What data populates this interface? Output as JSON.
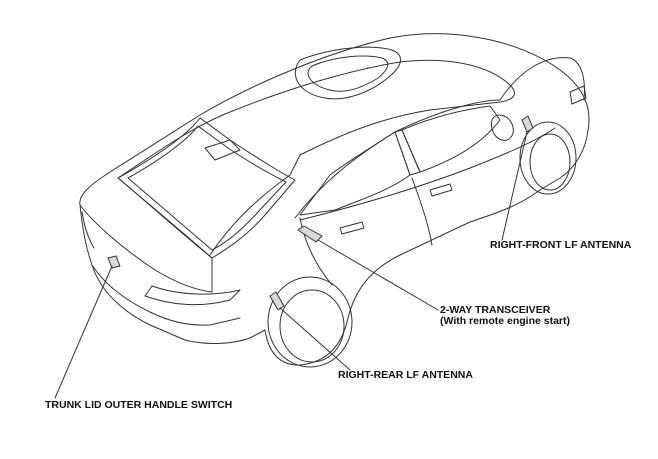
{
  "labels": {
    "right_front_lf_antenna": "RIGHT-FRONT LF ANTENNA",
    "two_way_transceiver": "2-WAY TRANSCEIVER",
    "two_way_transceiver_note": "(With remote engine start)",
    "right_rear_lf_antenna": "RIGHT-REAR LF ANTENNA",
    "trunk_lid_outer_handle_switch": "TRUNK LID OUTER HANDLE SWITCH"
  },
  "colors": {
    "line": "#333333",
    "component_fill": "#d9d9d9",
    "background": "#ffffff"
  }
}
